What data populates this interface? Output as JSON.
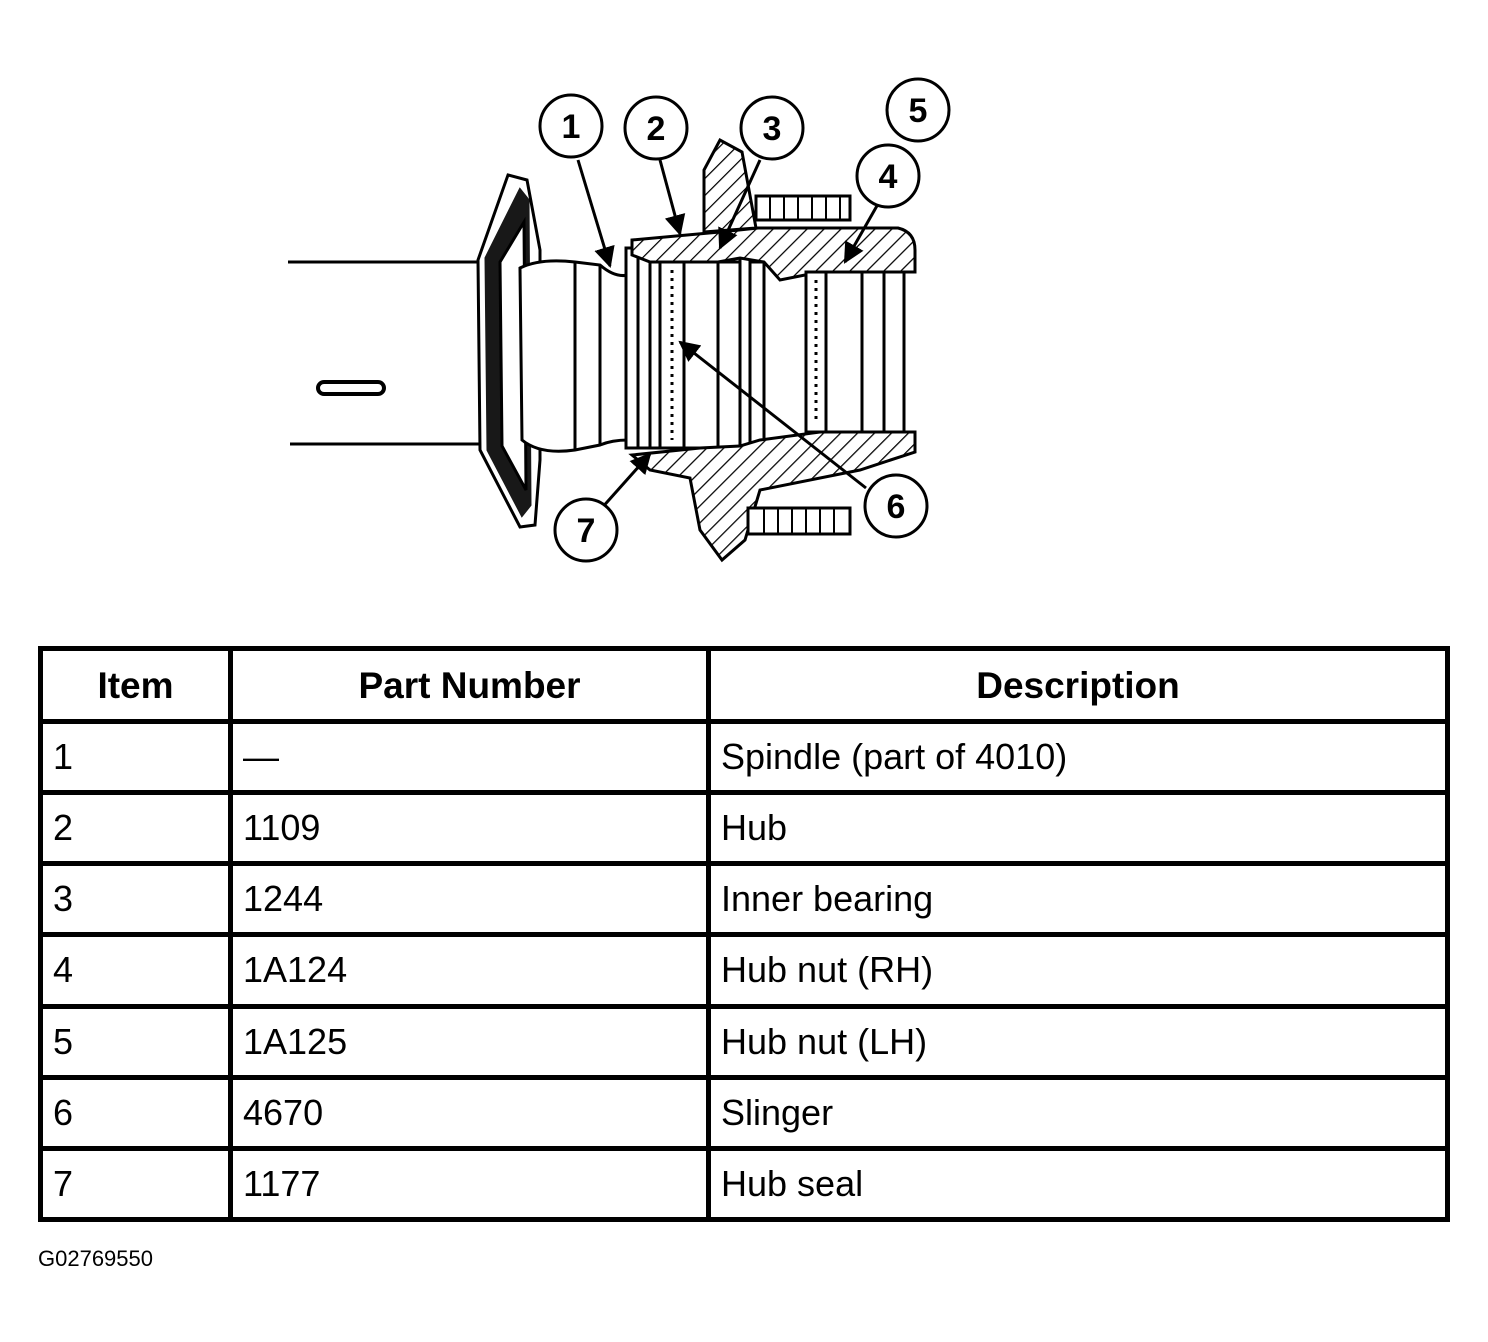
{
  "callouts": [
    "1",
    "2",
    "3",
    "4",
    "5",
    "6",
    "7"
  ],
  "table": {
    "headers": [
      "Item",
      "Part Number",
      "Description"
    ],
    "rows": [
      [
        "1",
        "—",
        "Spindle (part of 4010)"
      ],
      [
        "2",
        "1109",
        "Hub"
      ],
      [
        "3",
        "1244",
        "Inner bearing"
      ],
      [
        "4",
        "1A124",
        "Hub nut (RH)"
      ],
      [
        "5",
        "1A125",
        "Hub nut (LH)"
      ],
      [
        "6",
        "4670",
        "Slinger"
      ],
      [
        "7",
        "1177",
        "Hub seal"
      ]
    ]
  },
  "figure_code": "G02769550"
}
